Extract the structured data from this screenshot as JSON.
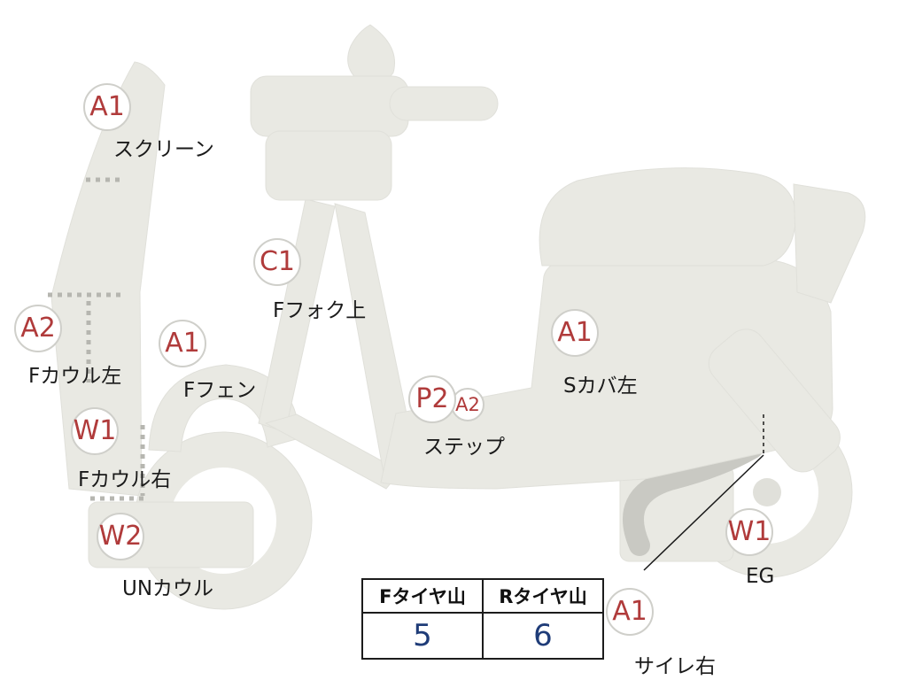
{
  "markers": [
    {
      "code": "A1",
      "label": "スクリーン"
    },
    {
      "code": "A2",
      "label": "Fカウル左"
    },
    {
      "code": "A1",
      "label": "Fフェン"
    },
    {
      "code": "C1",
      "label": "Fフォク上"
    },
    {
      "code": "W1",
      "label": "Fカウル右"
    },
    {
      "code": "W2",
      "label": "UNカウル"
    },
    {
      "code": "P2",
      "code2": "A2",
      "label": "ステップ"
    },
    {
      "code": "A1",
      "label": "Sカバ左"
    },
    {
      "code": "W1",
      "label": "EG"
    },
    {
      "code": "A1",
      "label": "サイレ右"
    }
  ],
  "tire_table": {
    "headers": [
      "Fタイヤ山",
      "Rタイヤ山"
    ],
    "values": [
      "5",
      "6"
    ]
  },
  "colors": {
    "marker_text": "#b03b3b",
    "marker_border": "#cfcfca",
    "body_fill": "#e9e9e3",
    "pipe_gray": "#c9c9c3",
    "label_text": "#1a1a1a",
    "tire_value_text": "#1f3c78",
    "table_border": "#1c1c1c"
  }
}
